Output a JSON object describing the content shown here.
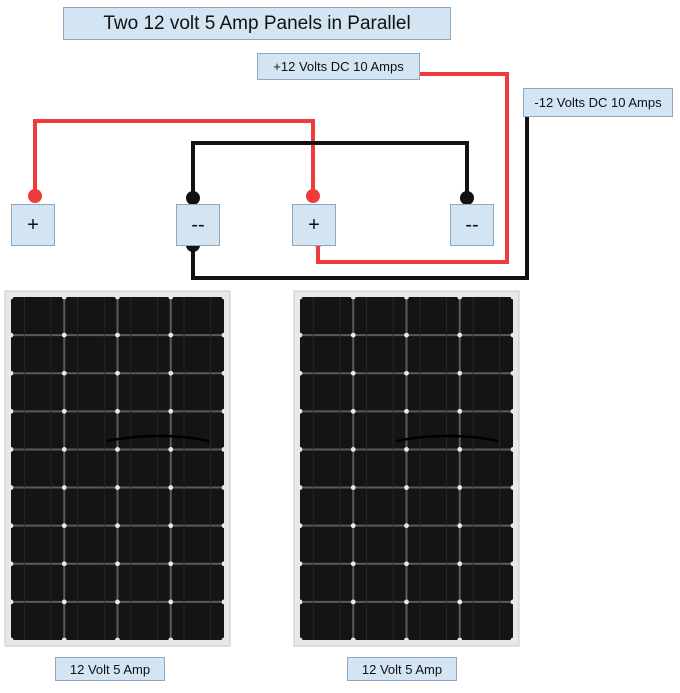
{
  "title": "Two 12 volt 5 Amp Panels in Parallel",
  "output_positive_label": "+12 Volts DC 10 Amps",
  "output_negative_label": "-12 Volts DC 10 Amps",
  "terminals": [
    {
      "symbol": "+"
    },
    {
      "symbol": "--"
    },
    {
      "symbol": "+"
    },
    {
      "symbol": "--"
    }
  ],
  "panels": [
    {
      "caption": "12 Volt 5 Amp"
    },
    {
      "caption": "12 Volt 5 Amp"
    }
  ],
  "colors": {
    "positive_wire": "#ef3b3b",
    "negative_wire": "#111111",
    "label_fill": "#d3e4f2",
    "panel_cell": "#141414"
  }
}
